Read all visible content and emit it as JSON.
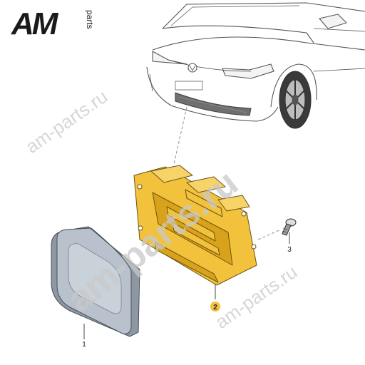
{
  "logo": {
    "main": "AM",
    "side": "parts"
  },
  "watermark": "am-parts.ru",
  "callouts": [
    {
      "id": "1",
      "label": "1"
    },
    {
      "id": "2",
      "label": "2"
    },
    {
      "id": "3",
      "label": "3"
    }
  ],
  "colors": {
    "bracket": "#f2c23c",
    "bracket_shade": "#d9a21b",
    "module": "#b9c2cc",
    "module_shade": "#8d98a4",
    "callout_2_dot": "#f2c23c",
    "line_art": "#555555",
    "watermark": "#c8c8c8"
  }
}
